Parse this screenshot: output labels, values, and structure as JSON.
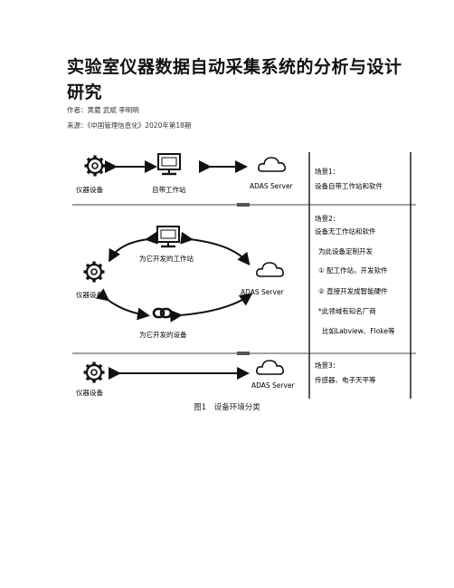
{
  "paper": {
    "title": "实验室仪器数据自动采集系统的分析与设计研究",
    "authors": "作者：黄葳 武斌 李明明",
    "source": "来源：《中国管理信息化》2020年第18期"
  },
  "figure": {
    "caption": "图1　设备环境分类",
    "panels": [
      {
        "scene": "场景1：",
        "desc": "设备自带工作站和软件",
        "instrument": "仪器设备",
        "workstation": "自带工作站",
        "server": "ADAS Server"
      },
      {
        "scene": "场景2：",
        "lines": [
          "设备无工作站和软件",
          "为此设备定制开发",
          "①  配工作站，开发软件",
          "②  直接开发成智能硬件",
          "*此领域有知名厂商",
          "比如Labview、Floke等"
        ],
        "instrument": "仪器设备",
        "workstation": "为它开发的工作站",
        "server": "ADAS Server",
        "device": "为它开发的设备"
      },
      {
        "scene": "场景3：",
        "desc": "传感器、电子天平等",
        "instrument": "仪器设备",
        "server": "ADAS Server"
      }
    ]
  }
}
